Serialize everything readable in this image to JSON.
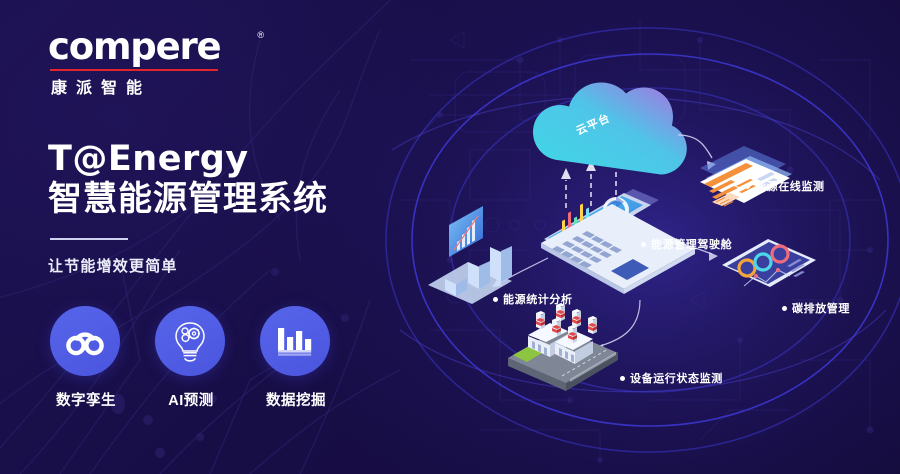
{
  "brand": {
    "wordmark": "compere",
    "registered": "®",
    "chinese": "康派智能",
    "accent_red": "#e2262c"
  },
  "hero": {
    "title_en": "T@Energy",
    "title_cn": "智慧能源管理系统",
    "subtitle": "让节能增效更简单"
  },
  "features": [
    {
      "icon": "digital-twin-icon",
      "label": "数字孪生"
    },
    {
      "icon": "ai-lightbulb-icon",
      "label": "AI预测"
    },
    {
      "icon": "bar-chart-icon",
      "label": "数据挖掘"
    }
  ],
  "diagram": {
    "cloud_label": "云平台",
    "nodes": [
      {
        "id": "energy-online-monitoring",
        "label": "能源在线监测"
      },
      {
        "id": "energy-management-cockpit",
        "label": "能源管理驾驶舱"
      },
      {
        "id": "carbon-emission-management",
        "label": "碳排放管理"
      },
      {
        "id": "equipment-status-monitoring",
        "label": "设备运行状态监测"
      },
      {
        "id": "energy-statistical-analysis",
        "label": "能源统计分析"
      }
    ]
  },
  "colors": {
    "background": "#160d42",
    "icon_circle": "#5665ea",
    "cloud_from": "#b06ce0",
    "cloud_to": "#3fd8e6",
    "text": "#ffffff",
    "orbit": "#3a34c8"
  }
}
